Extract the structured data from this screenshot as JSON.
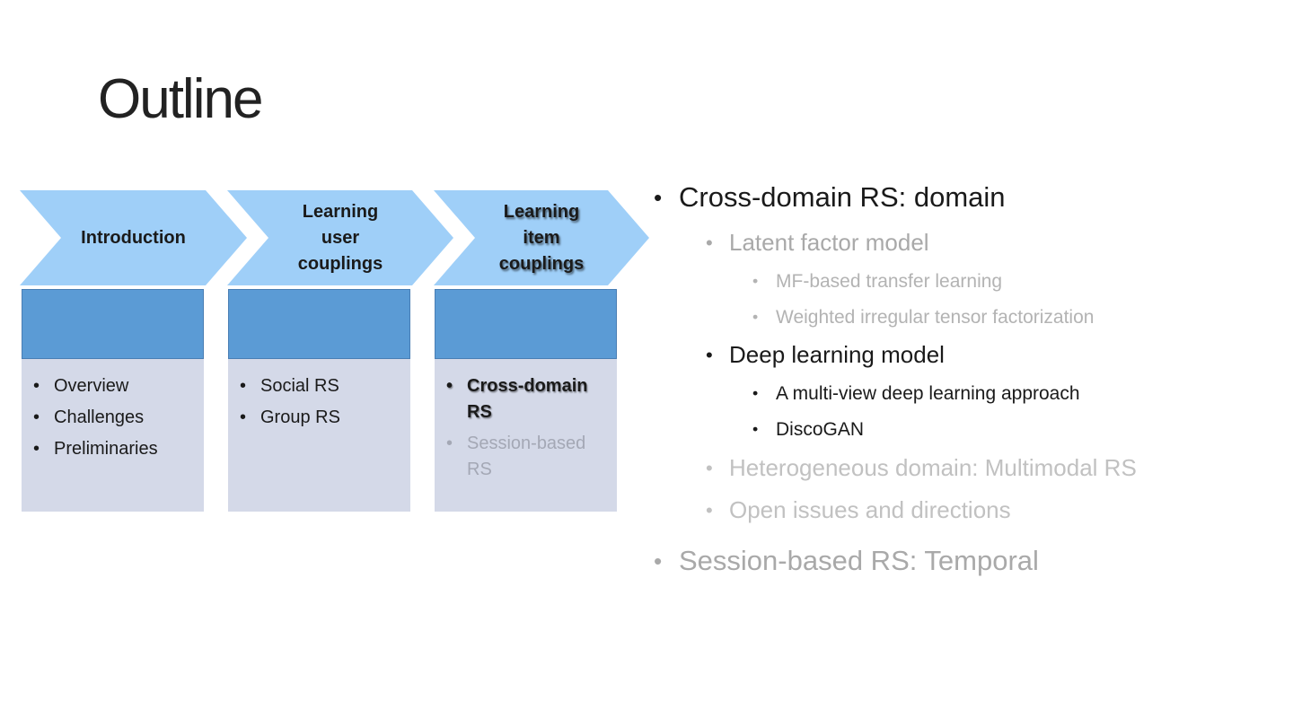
{
  "glyphs": {
    "bullet": "•"
  },
  "colors": {
    "chevron_fill": "#9FCFF8",
    "header_box_fill": "#5B9BD5",
    "body_box_fill": "#D4D9E8",
    "text_primary": "#1A1A1A",
    "text_muted": "#A9A9A9",
    "text_muted_light": "#B3B3B3",
    "text_faded": "#C1C1C1",
    "text_dim_blue_gray": "#A4A8B5"
  },
  "slide": {
    "title": "Outline"
  },
  "flow": {
    "steps": [
      {
        "header": "Introduction",
        "active": false,
        "bullets": [
          {
            "text": "Overview",
            "state": "normal"
          },
          {
            "text": "Challenges",
            "state": "normal"
          },
          {
            "text": "Preliminaries",
            "state": "normal"
          }
        ]
      },
      {
        "header": "Learning\nuser\ncouplings",
        "active": false,
        "bullets": [
          {
            "text": "Social RS",
            "state": "normal"
          },
          {
            "text": "Group RS",
            "state": "normal"
          }
        ]
      },
      {
        "header": "Learning\nitem\ncouplings",
        "active": true,
        "bullets": [
          {
            "text": "Cross-domain RS",
            "state": "highlighted"
          },
          {
            "text": "Session-based RS",
            "state": "dimmed"
          }
        ]
      }
    ]
  },
  "outline": {
    "items": [
      {
        "text": "Cross-domain RS: domain",
        "level": 1,
        "state": "emphasis"
      },
      {
        "text": "Latent factor model",
        "level": 2,
        "state": "muted"
      },
      {
        "text": "MF-based transfer learning",
        "level": 3,
        "state": "muted"
      },
      {
        "text": "Weighted irregular tensor factorization",
        "level": 3,
        "state": "muted"
      },
      {
        "text": "Deep learning model",
        "level": 2,
        "state": "emphasis"
      },
      {
        "text": "A multi-view deep learning approach",
        "level": 3,
        "state": "emphasis"
      },
      {
        "text": "DiscoGAN",
        "level": 3,
        "state": "emphasis"
      },
      {
        "text": "Heterogeneous domain: Multimodal RS",
        "level": 2,
        "state": "faded"
      },
      {
        "text": "Open issues and directions",
        "level": 2,
        "state": "faded"
      },
      {
        "text": "Session-based RS: Temporal",
        "level": 1,
        "state": "muted"
      }
    ]
  }
}
